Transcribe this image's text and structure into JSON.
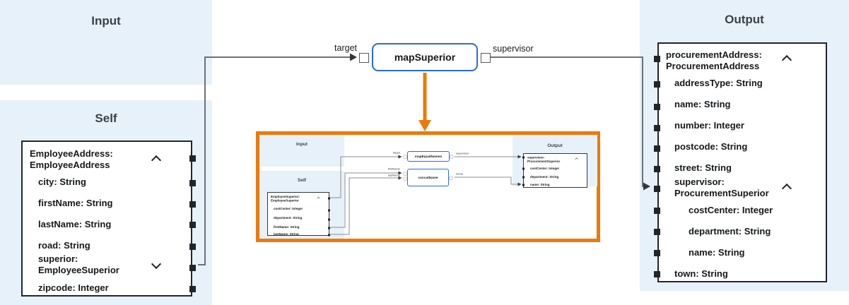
{
  "colors": {
    "accent_orange": "#ec7a08",
    "transformation_blue": "#2b6bd4",
    "panel_blue": "#e7f1fa",
    "connector_gray": "#6d7175"
  },
  "main": {
    "input_panel": {
      "title": "Input"
    },
    "self_panel": {
      "title": "Self",
      "doc": {
        "header_line1": "EmployeeAddress:",
        "header_line2": "EmployeeAddress",
        "header_icon": "chevron-up",
        "fields": [
          {
            "label": "city: String"
          },
          {
            "label": "firstName: String"
          },
          {
            "label": "lastName: String"
          },
          {
            "label": "road: String"
          },
          {
            "line1": "superior:",
            "line2": "EmployeeSuperior",
            "icon": "chevron-down"
          },
          {
            "label": "zipcode: Integer"
          }
        ]
      }
    },
    "transformation": {
      "name": "mapSuperior",
      "input_label": "target",
      "output_label": "supervisor"
    },
    "output_panel": {
      "title": "Output",
      "doc": {
        "header_line1": "procurementAddress:",
        "header_line2": "ProcurementAddress",
        "header_icon": "chevron-up",
        "fields": [
          {
            "label": "addressType: String"
          },
          {
            "label": "name: String"
          },
          {
            "label": "number: Integer"
          },
          {
            "label": "postcode: String"
          },
          {
            "label": "street: String"
          },
          {
            "line1": "supervisor:",
            "line2": "ProcurementSuperior",
            "icon": "chevron-up"
          },
          {
            "label": "costCenter: Integer",
            "indent": true
          },
          {
            "label": "department: String",
            "indent": true
          },
          {
            "label": "name: String",
            "indent": true
          },
          {
            "label": "town: String"
          }
        ]
      }
    }
  },
  "inset": {
    "input_panel": {
      "title": "Input"
    },
    "self_panel": {
      "title": "Self",
      "doc": {
        "header_line1": "EmployeeSuperior:",
        "header_line2": "EmployeeSuperior",
        "fields": [
          {
            "label": "costCenter: Integer"
          },
          {
            "label": "department: String"
          },
          {
            "label": "firstName: String"
          },
          {
            "label": "lastName: String"
          }
        ]
      }
    },
    "transformations": [
      {
        "name": "mapEqualNames",
        "inputs": [
          "target"
        ],
        "outputs": [
          "supervisor"
        ]
      },
      {
        "name": "concatName",
        "inputs": [
          "firstName",
          "lastName"
        ],
        "outputs": [
          "name"
        ]
      }
    ],
    "output_panel": {
      "title": "Output",
      "doc": {
        "header_line1": "supervisor:",
        "header_line2": "ProcurementSuperior",
        "fields": [
          {
            "label": "costCenter: Integer"
          },
          {
            "label": "department: String"
          },
          {
            "label": "name: String"
          }
        ]
      }
    }
  }
}
